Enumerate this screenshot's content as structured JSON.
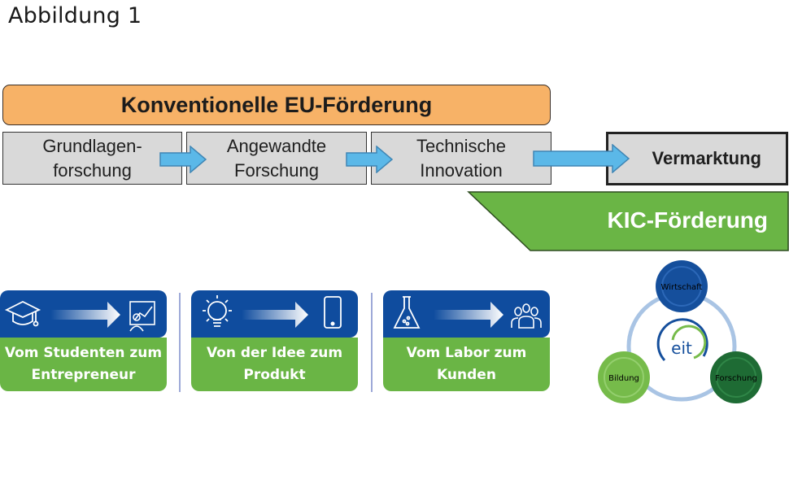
{
  "figure_title": "Abbildung 1",
  "conventional": {
    "label": "Konventionelle EU-Förderung",
    "color": "#f7b267"
  },
  "pipeline": {
    "stages": [
      {
        "label": "Grundlagen-\nforschung"
      },
      {
        "label": "Angewandte\nForschung"
      },
      {
        "label": "Technische\nInnovation"
      }
    ],
    "final_stage": {
      "label": "Vermarktung"
    },
    "arrow_color": "#5bb8e8"
  },
  "kic": {
    "label": "KIC-Förderung",
    "color": "#6ab545"
  },
  "cards": [
    {
      "label": "Vom Studenten zum\nEntrepreneur",
      "from_icon": "graduation-cap-icon",
      "to_icon": "presenter-chart-icon"
    },
    {
      "label": "Von der Idee zum\nProdukt",
      "from_icon": "lightbulb-icon",
      "to_icon": "smartphone-icon"
    },
    {
      "label": "Vom Labor zum\nKunden",
      "from_icon": "lab-flask-icon",
      "to_icon": "people-group-icon"
    }
  ],
  "card_colors": {
    "top": "#0f4c9e",
    "bottom": "#6ab545"
  },
  "eit_triangle": {
    "center_logo": "eit",
    "nodes": [
      {
        "label": "Wirtschaft",
        "color": "#154f9c"
      },
      {
        "label": "Bildung",
        "color": "#76bb4a"
      },
      {
        "label": "Forschung",
        "color": "#1e6b34"
      }
    ],
    "ring_color": "#a9c4e4"
  }
}
